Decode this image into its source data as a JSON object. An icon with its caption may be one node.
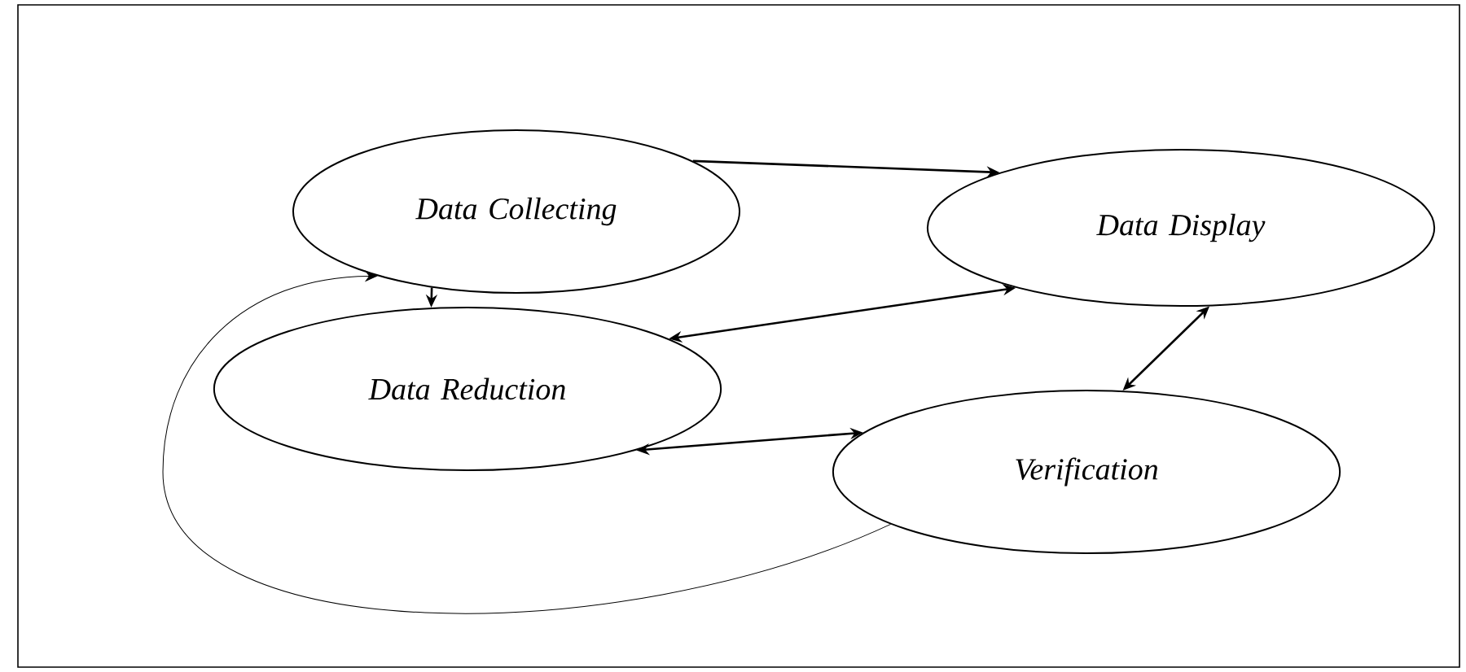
{
  "diagram": {
    "nodes": [
      {
        "text": [
          "Data Collecting"
        ]
      },
      {
        "text": [
          "Data Display"
        ]
      },
      {
        "text": [
          "Data Reduction"
        ]
      },
      {
        "text": [
          "Verification"
        ]
      }
    ],
    "edges": [
      {
        "from": 0,
        "to": 1,
        "arrow": "to"
      },
      {
        "from": 0,
        "to": 2,
        "arrow": "to"
      },
      {
        "from": 2,
        "to": 1,
        "arrow": "both"
      },
      {
        "from": 1,
        "to": 3,
        "arrow": "both"
      },
      {
        "from": 2,
        "to": 3,
        "arrow": "both"
      },
      {
        "from": 3,
        "to": 0,
        "arrow": "to"
      }
    ]
  }
}
